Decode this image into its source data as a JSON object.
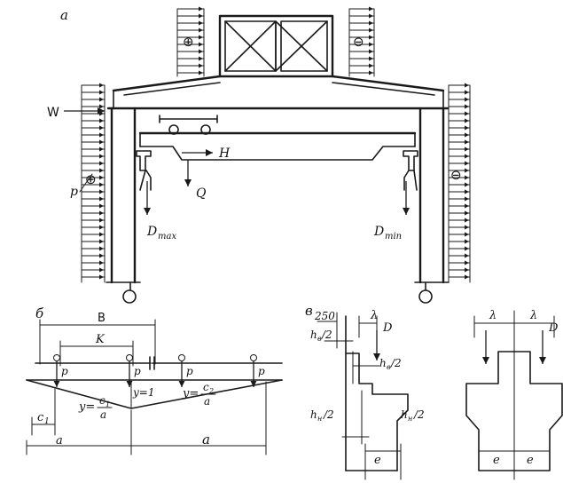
{
  "panels": {
    "a": "а",
    "b": "б",
    "v": "в"
  },
  "frame_labels": {
    "wind": "W",
    "pressure": "p",
    "horizontal": "H",
    "weight": "Q",
    "d_max": "D",
    "d_max_sub": "max",
    "d_min": "D",
    "d_min_sub": "min",
    "plus": "⊕",
    "minus": "⊖"
  },
  "influence_labels": {
    "span_b": "B",
    "span_k": "K",
    "force_p": "p",
    "y_one": "y=1",
    "y_left_lhs": "y=",
    "y_left_num": "c",
    "y_left_num_sub": "1",
    "y_left_den": "a",
    "y_right_lhs": "y=",
    "y_right_num": "c",
    "y_right_num_sub": "2",
    "y_right_den": "a",
    "c1": "c",
    "c1_sub": "1",
    "a_small": "a",
    "a_big": "a"
  },
  "section_labels": {
    "dim_250": "250",
    "lambda": "λ",
    "force_d": "D",
    "hb_half_top": "h",
    "hb_sub": "в",
    "half": "/2",
    "hn_sub": "н",
    "e": "e"
  },
  "colors": {
    "ink": "#1a1a1a",
    "paper": "#ffffff"
  }
}
